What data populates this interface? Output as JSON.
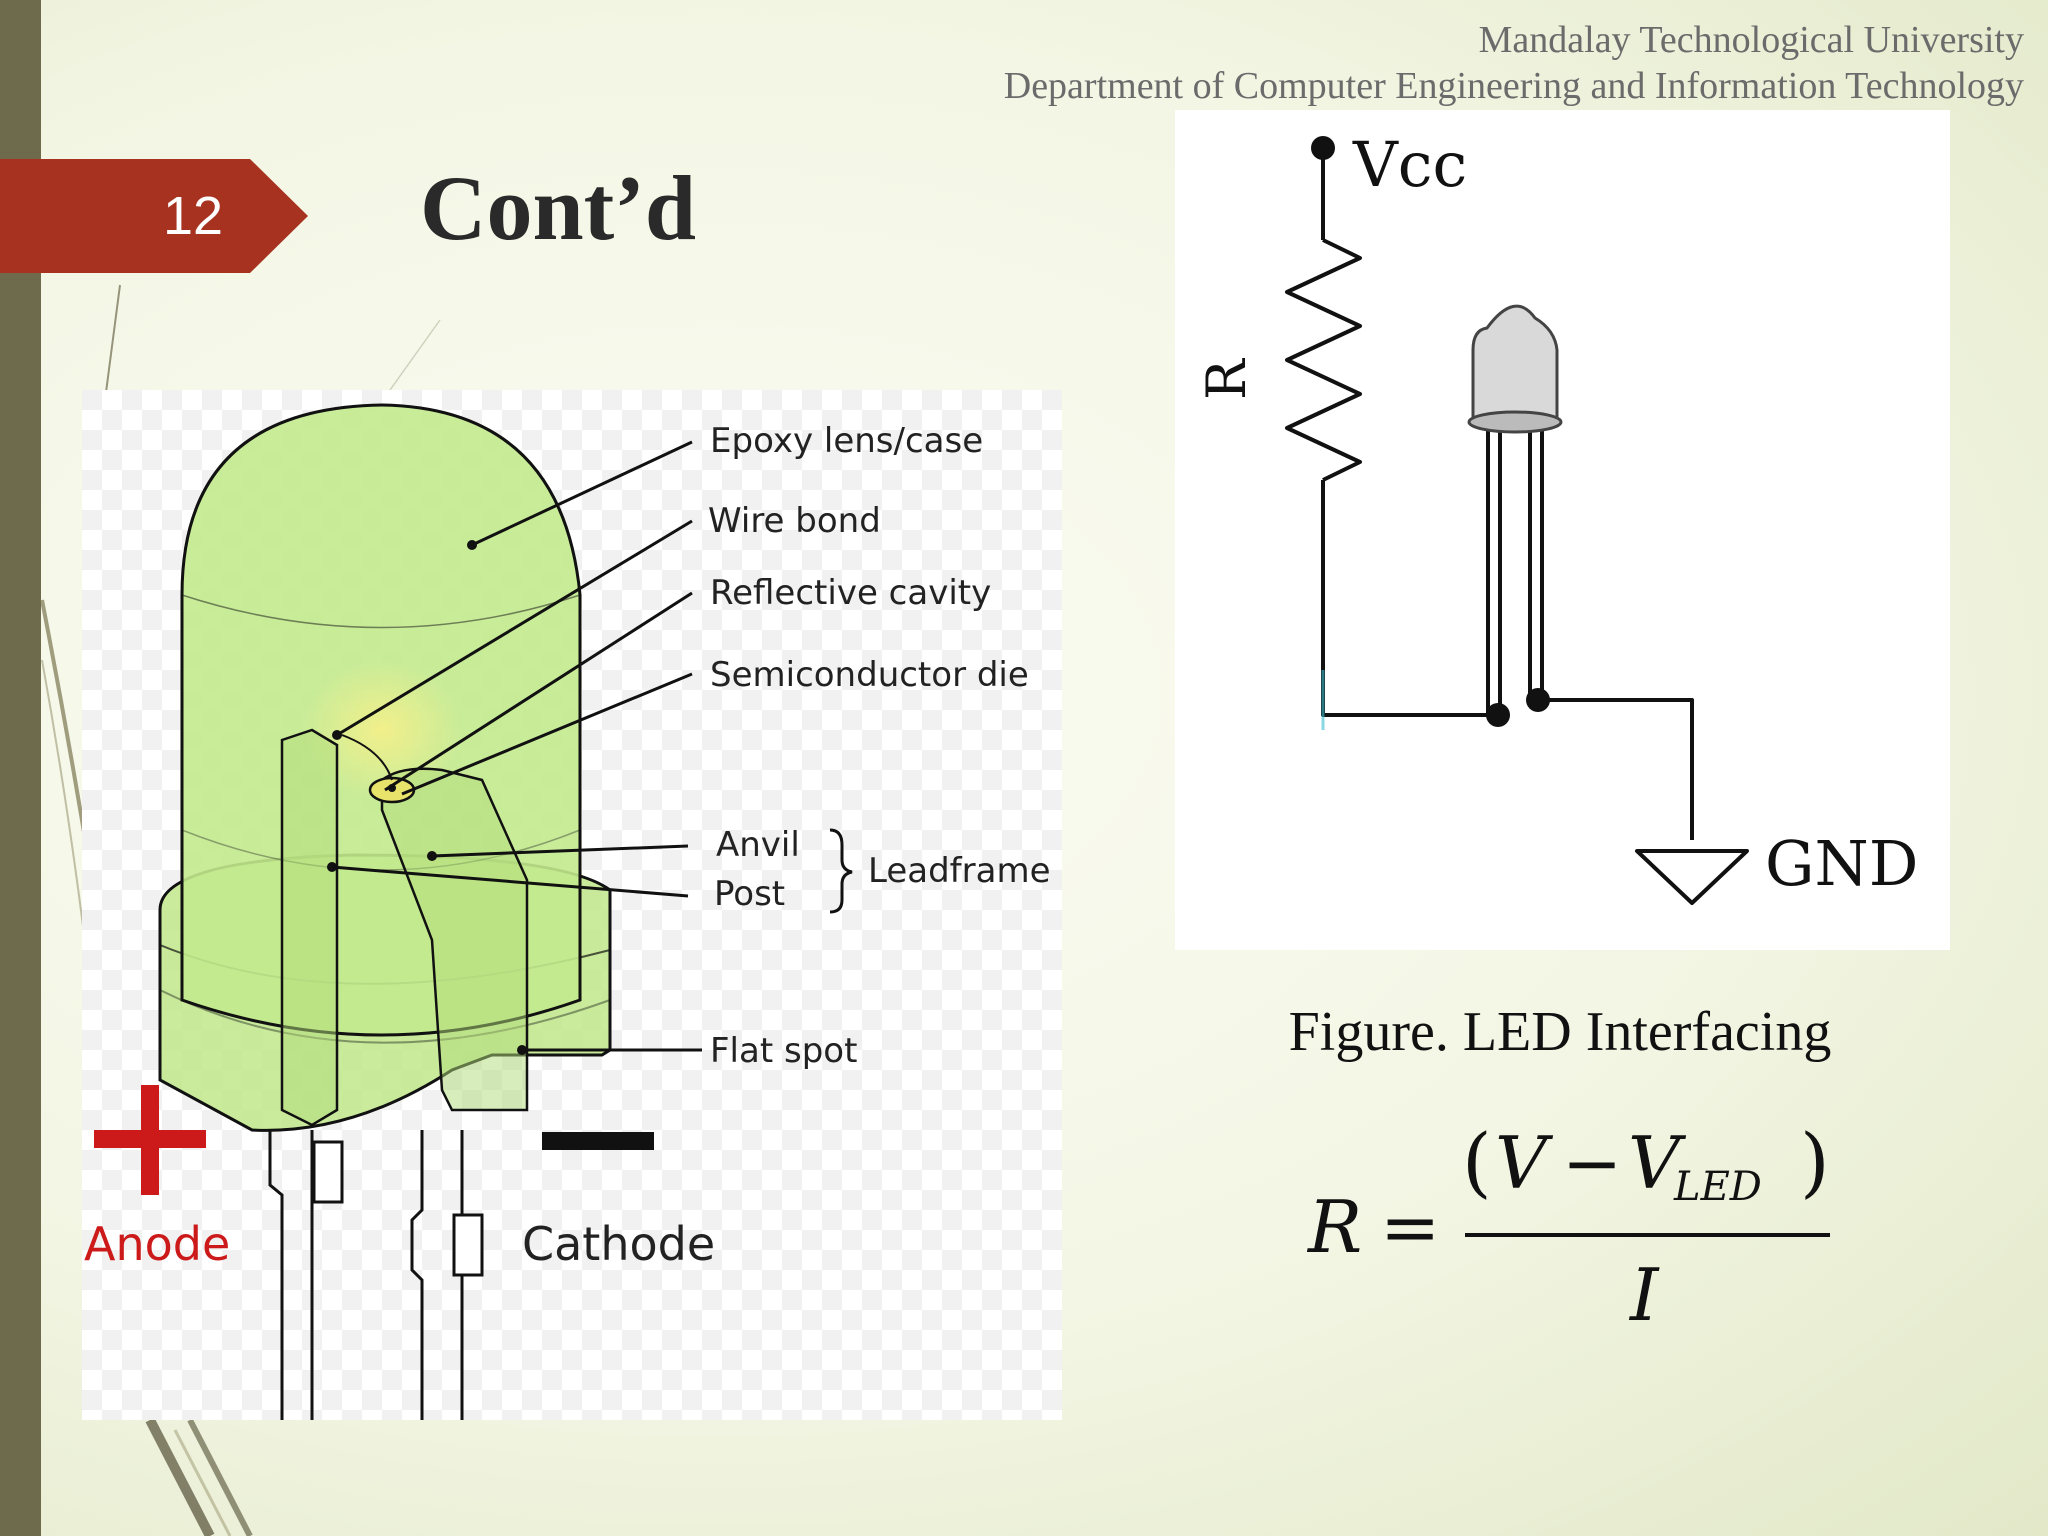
{
  "slide": {
    "number": "12",
    "title": "Cont’d"
  },
  "header": {
    "university": "Mandalay Technological University",
    "department": "Department of Computer Engineering and Information Technology"
  },
  "led_diagram": {
    "labels": {
      "epoxy": "Epoxy lens/case",
      "wire_bond": "Wire bond",
      "reflective_cavity": "Reflective cavity",
      "semiconductor_die": "Semiconductor die",
      "anvil": "Anvil",
      "post": "Post",
      "leadframe": "Leadframe",
      "flat_spot": "Flat spot",
      "anode": "Anode",
      "cathode": "Cathode"
    },
    "colors": {
      "lens": "#bfe88a",
      "anode": "#cc1a1a",
      "outline": "#111111"
    }
  },
  "circuit": {
    "vcc": "Vcc",
    "resistor": "R",
    "gnd": "GND"
  },
  "caption": "Figure. LED Interfacing",
  "formula": {
    "lhs": "R",
    "equals": "=",
    "open_paren": "(",
    "v": "V",
    "minus": "−",
    "v_led": "V",
    "subscript": "LED",
    "close_paren": ")",
    "denominator": "I"
  },
  "colors": {
    "accent": "#a6321f",
    "sidebar": "#6e6a4c"
  }
}
